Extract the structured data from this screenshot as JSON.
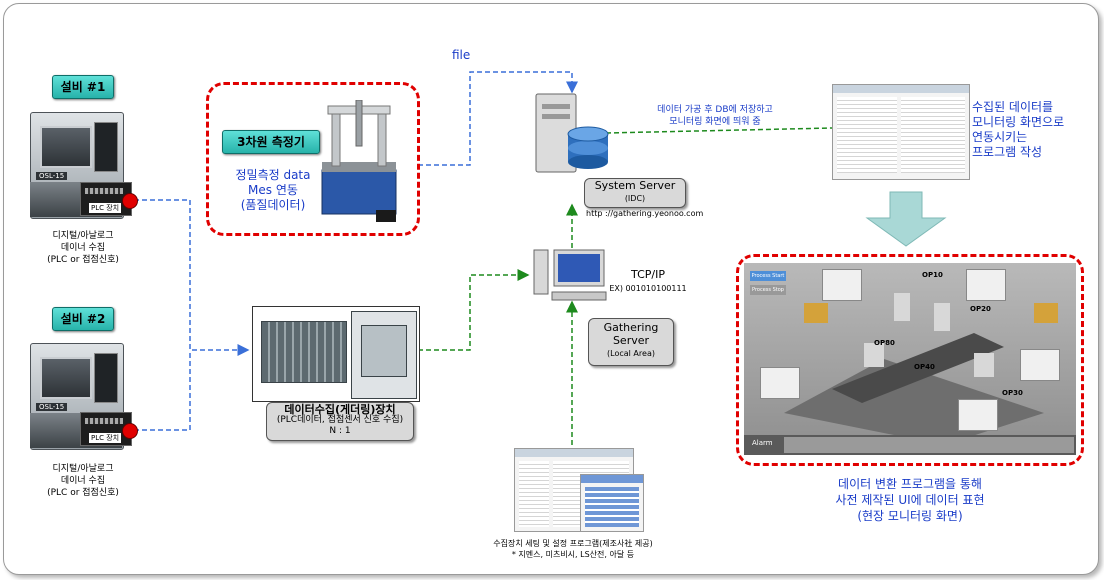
{
  "equipment": [
    {
      "tag": "설비 #1",
      "plc": "PLC 장치",
      "collect_line1": "디지털/아날로그",
      "collect_line2": "데이너 수집",
      "collect_line3": "(PLC or 접점신호)",
      "model": "OSL-15"
    },
    {
      "tag": "설비 #2",
      "plc": "PLC 장치",
      "collect_line1": "디지털/아날로그",
      "collect_line2": "데이너 수집",
      "collect_line3": "(PLC or 접점신호)",
      "model": "OSL-15"
    }
  ],
  "measurement": {
    "tag": "3차원 측정기",
    "line1": "정밀측정 data",
    "line2": "Mes 연동",
    "line3": "(품질데이터)"
  },
  "collector": {
    "title": "데이터수집(게더링)장치",
    "line2": "(PLC데이터, 접점센서 신호 수집)",
    "line3": "N : 1"
  },
  "file_label": "file",
  "server": {
    "note_line1": "데이터 가공 후 DB에 저장하고",
    "note_line2": "모니터링 화면에 띄워 줌",
    "title": "System Server",
    "sub": "(IDC)",
    "url": "http ://gathering.yeonoo.com"
  },
  "tcp": {
    "line1": "TCP/IP",
    "line2": "EX) 001010100111"
  },
  "gathering": {
    "line1": "Gathering",
    "line2": "Server",
    "line3": "(Local Area)"
  },
  "setup": {
    "line1": "수집장치 세팅 및 설정 프로그램(제조사社 제공)",
    "line2": "* 지멘스, 미츠비시, LS산전, 아달 등"
  },
  "monitor_note": {
    "line1": "수집된 데이터를",
    "line2": "모니터링 화면으로",
    "line3": "연동시키는",
    "line4": "프로그램 작성"
  },
  "display": {
    "line1": "데이터 변환 프로그램을 통해",
    "line2": "사전 제작된 UI에  데이터 표현",
    "line3": "(현장 모니터링 화면)",
    "ops": [
      "OP10",
      "OP20",
      "OP80",
      "OP40",
      "OP30"
    ],
    "buttons": [
      "Process Start",
      "Process Stop"
    ],
    "alarm": "Alarm"
  },
  "colors": {
    "red": "#e00000",
    "blue_wire": "#3a6fd8",
    "green_wire": "#1d8a1d",
    "arrow": "#a9d8d6"
  }
}
